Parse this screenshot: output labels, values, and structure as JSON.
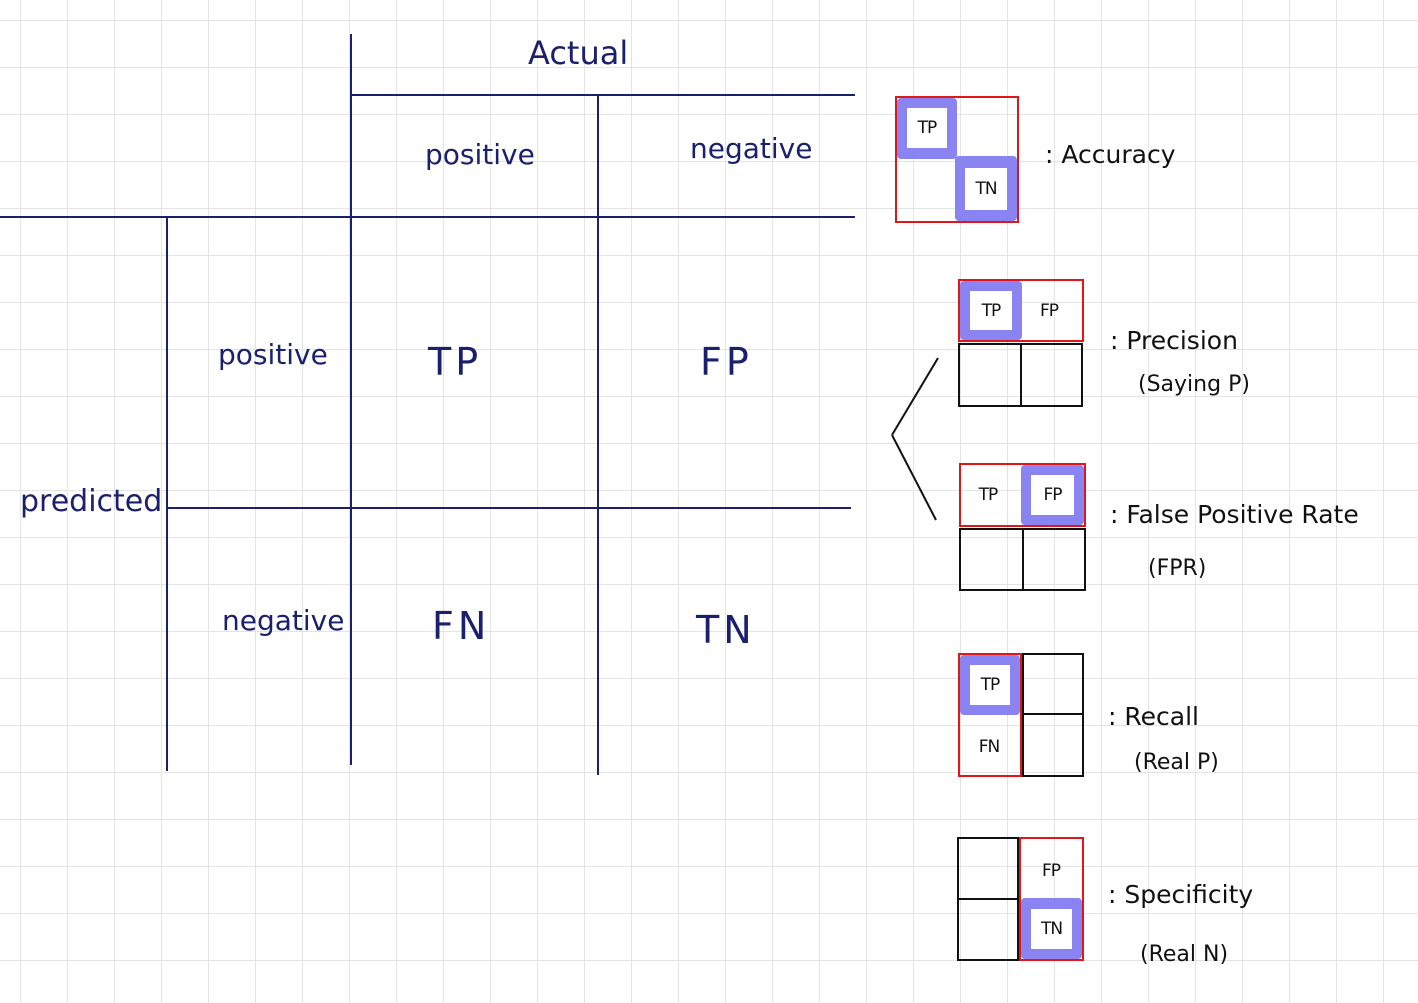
{
  "matrix": {
    "actual_label": "Actual",
    "predicted_label": "predicted",
    "col_headers": [
      "positive",
      "negative"
    ],
    "row_headers": [
      "positive",
      "negative"
    ],
    "cells": {
      "pos_pos": "TP",
      "pos_neg": "FP",
      "neg_pos": "FN",
      "neg_neg": "TN"
    }
  },
  "metrics": {
    "accuracy": {
      "label": ": Accuracy",
      "cells": [
        "TP",
        "TN"
      ]
    },
    "precision": {
      "label": ": Precision",
      "sub": "(Saying P)",
      "cells": [
        "TP",
        "FP"
      ]
    },
    "fpr": {
      "label": ": False Positive Rate",
      "sub": "(FPR)",
      "cells": [
        "TP",
        "FP"
      ]
    },
    "recall": {
      "label": ": Recall",
      "sub": "(Real P)",
      "cells": [
        "TP",
        "FN"
      ]
    },
    "specificity": {
      "label": ": Specificity",
      "sub": "(Real N)",
      "cells": [
        "FP",
        "TN"
      ]
    }
  },
  "colors": {
    "ink": "#1a1f6e",
    "red_outline": "#e0161b",
    "highlight": "#8a84f2",
    "grid": "#e4e4e4"
  }
}
